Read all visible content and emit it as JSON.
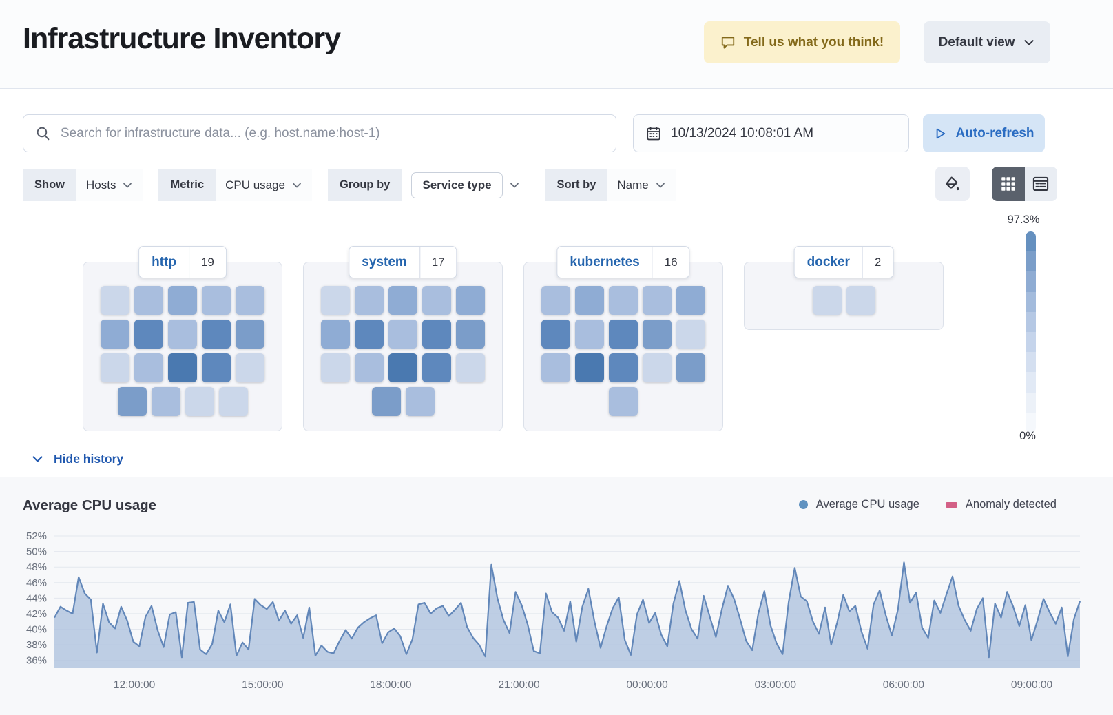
{
  "header": {
    "title": "Infrastructure Inventory",
    "feedback_label": "Tell us what you think!",
    "view_label": "Default view"
  },
  "toolbar": {
    "search_placeholder": "Search for infrastructure data... (e.g. host.name:host-1)",
    "datetime": "10/13/2024 10:08:01 AM",
    "auto_refresh_label": "Auto-refresh"
  },
  "filters": {
    "show_label": "Show",
    "show_value": "Hosts",
    "metric_label": "Metric",
    "metric_value": "CPU usage",
    "group_label": "Group by",
    "group_value": "Service type",
    "sort_label": "Sort by",
    "sort_value": "Name"
  },
  "scale_legend": {
    "max": "97.3%",
    "min": "0%",
    "steps": [
      "#6590BF",
      "#7B9EC9",
      "#8FACD3",
      "#A3BBDC",
      "#B5C8E4",
      "#C5D4EB",
      "#D4DFF0",
      "#E1E9F5",
      "#ECF1F8",
      "#F5F8FC"
    ]
  },
  "waffle": {
    "palette": [
      "#CBD7EA",
      "#A9BEDE",
      "#8FACD4",
      "#7B9DC9",
      "#5E88BD",
      "#4A79B0"
    ],
    "groups": [
      {
        "name": "http",
        "count": "19",
        "rows": [
          [
            0,
            1,
            2,
            1,
            1
          ],
          [
            2,
            4,
            1,
            4,
            3
          ],
          [
            0,
            1,
            5,
            4,
            0
          ],
          [
            3,
            1,
            0,
            0
          ]
        ]
      },
      {
        "name": "system",
        "count": "17",
        "rows": [
          [
            0,
            1,
            2,
            1,
            2
          ],
          [
            2,
            4,
            1,
            4,
            3
          ],
          [
            0,
            1,
            5,
            4,
            0
          ],
          [
            3,
            1
          ]
        ]
      },
      {
        "name": "kubernetes",
        "count": "16",
        "rows": [
          [
            1,
            2,
            1,
            1,
            2
          ],
          [
            4,
            1,
            4,
            3,
            0
          ],
          [
            1,
            5,
            4,
            0,
            3
          ],
          [
            1
          ]
        ]
      },
      {
        "name": "docker",
        "count": "2",
        "rows": [
          [
            0,
            0
          ]
        ]
      }
    ]
  },
  "history": {
    "toggle_label": "Hide history"
  },
  "chart_data": {
    "type": "area",
    "title": "Average CPU usage",
    "legend": [
      {
        "label": "Average CPU usage",
        "color": "#6092C0",
        "shape": "circle"
      },
      {
        "label": "Anomaly detected",
        "color": "#D36086",
        "shape": "rect"
      }
    ],
    "grid": true,
    "legend_position": "top-right",
    "ylim": [
      35,
      53
    ],
    "yticks": [
      36,
      38,
      40,
      42,
      44,
      46,
      48,
      50,
      52
    ],
    "ytick_suffix": "%",
    "xticklabels": [
      "12:00:00",
      "15:00:00",
      "18:00:00",
      "21:00:00",
      "00:00:00",
      "03:00:00",
      "06:00:00",
      "09:00:00"
    ],
    "xtick_fracs": [
      0.078,
      0.203,
      0.328,
      0.453,
      0.578,
      0.703,
      0.828,
      0.953
    ],
    "values": [
      41.5,
      42.9,
      42.4,
      42.0,
      46.7,
      44.6,
      43.8,
      37.0,
      43.3,
      40.9,
      40.1,
      42.9,
      41.1,
      38.4,
      37.8,
      41.6,
      43.0,
      39.9,
      37.7,
      41.9,
      42.2,
      36.4,
      43.4,
      43.5,
      37.4,
      36.8,
      38.1,
      42.4,
      40.9,
      43.2,
      36.6,
      38.3,
      37.4,
      43.9,
      43.1,
      42.6,
      43.5,
      41.1,
      42.4,
      40.7,
      41.8,
      38.9,
      42.8,
      36.6,
      37.9,
      37.1,
      36.9,
      38.5,
      39.9,
      38.8,
      40.2,
      40.9,
      41.4,
      41.8,
      38.2,
      39.6,
      40.1,
      39.1,
      36.8,
      38.7,
      43.2,
      43.4,
      42.0,
      42.7,
      43.0,
      41.7,
      42.5,
      43.4,
      40.3,
      38.9,
      38.0,
      36.5,
      48.3,
      44.0,
      41.2,
      39.5,
      44.8,
      43.1,
      40.6,
      37.2,
      36.9,
      44.6,
      42.2,
      41.5,
      39.8,
      43.6,
      38.4,
      42.9,
      45.2,
      41.0,
      37.6,
      40.4,
      42.7,
      44.1,
      38.6,
      36.7,
      41.9,
      43.8,
      40.8,
      42.1,
      39.3,
      37.8,
      43.3,
      46.2,
      42.4,
      40.0,
      38.8,
      44.3,
      41.6,
      39.0,
      42.6,
      45.6,
      43.9,
      41.3,
      38.5,
      37.3,
      42.0,
      44.9,
      40.5,
      38.2,
      36.8,
      43.5,
      47.9,
      44.2,
      43.6,
      41.0,
      39.4,
      42.8,
      38.0,
      40.9,
      44.4,
      42.3,
      43.0,
      39.7,
      37.5,
      43.2,
      45.0,
      41.8,
      39.2,
      42.5,
      48.6,
      43.4,
      44.7,
      40.2,
      38.9,
      43.7,
      42.1,
      44.5,
      46.8,
      43.0,
      41.2,
      39.8,
      42.6,
      44.0,
      36.4,
      43.3,
      41.5,
      44.8,
      42.9,
      40.4,
      43.1,
      38.6,
      41.1,
      43.9,
      42.2,
      40.7,
      42.8,
      36.5,
      41.3,
      43.6
    ],
    "line_color": "#6287B9",
    "fill_color": "#AFC3DF",
    "grid_color": "#E3E7EE",
    "tick_color": "#69707D"
  }
}
